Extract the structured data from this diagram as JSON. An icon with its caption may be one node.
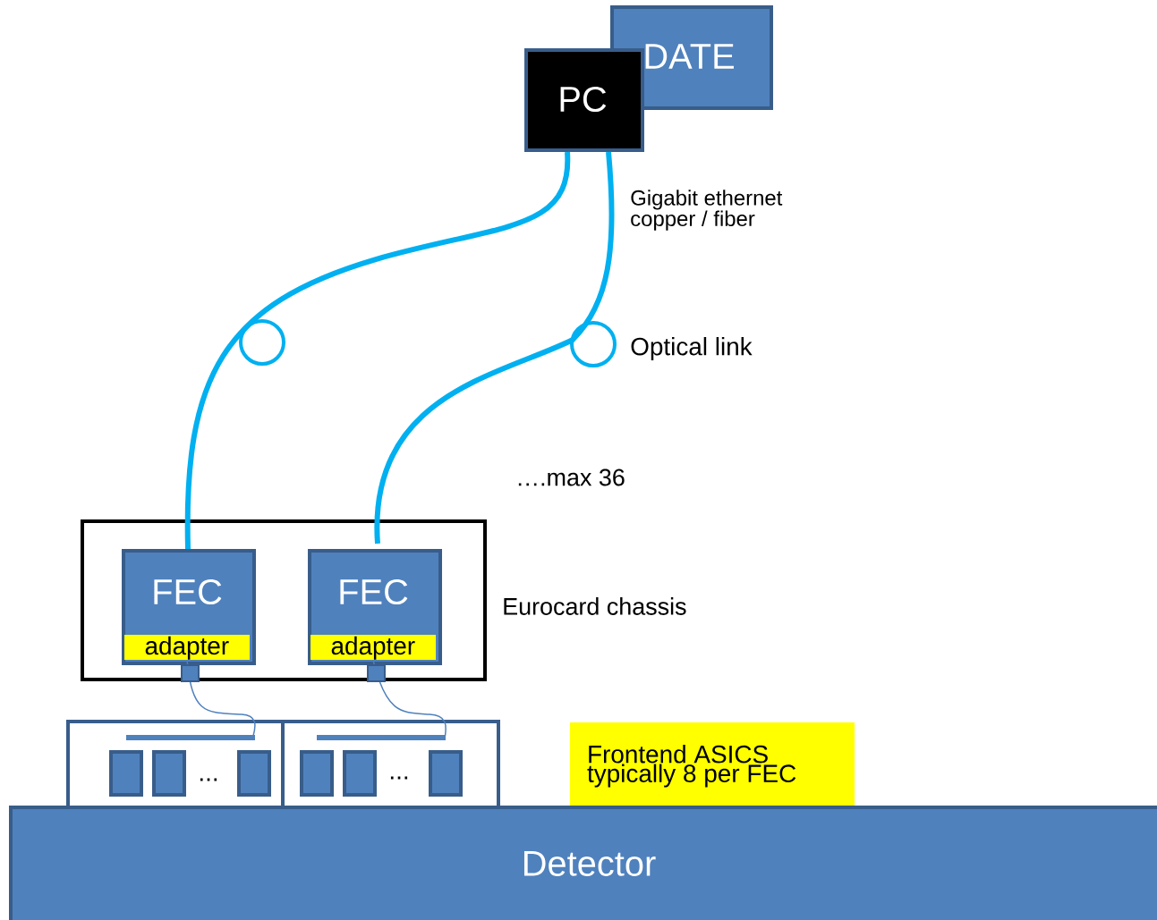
{
  "diagram": {
    "nodes": [
      {
        "text": [
          "DATE"
        ]
      },
      {
        "text": [
          "PC"
        ]
      },
      {
        "text": [],
        "shape": "box",
        "beside": [
          "Eurocard  chassis"
        ]
      },
      {
        "text": [
          "FEC"
        ],
        "in": 2
      },
      {
        "text": [
          "adapter"
        ],
        "in": 3
      },
      {
        "text": [
          "FEC"
        ],
        "in": 2
      },
      {
        "text": [
          "adapter"
        ],
        "in": 5
      },
      {
        "text": [],
        "shape": "box"
      },
      {
        "text": [],
        "shape": "box"
      },
      {
        "text": [
          "Frontend ASICS typically  8 per FEC"
        ]
      },
      {
        "text": [
          "Detector"
        ]
      }
    ],
    "edges": [
      {
        "from": 1,
        "to": 3,
        "arrow": "none",
        "style": "thick",
        "color": "#00b0f0"
      },
      {
        "from": 1,
        "to": 5,
        "arrow": "none",
        "style": "thick",
        "color": "#00b0f0"
      },
      {
        "from": 4,
        "to": 7,
        "arrow": "none",
        "color": "#4f81bd"
      },
      {
        "from": 6,
        "to": 8,
        "arrow": "none",
        "color": "#4f81bd"
      }
    ],
    "labels": [
      "Gigabit ethernet copper / fiber",
      "Optical link",
      "….max 36",
      "...",
      "..."
    ]
  }
}
